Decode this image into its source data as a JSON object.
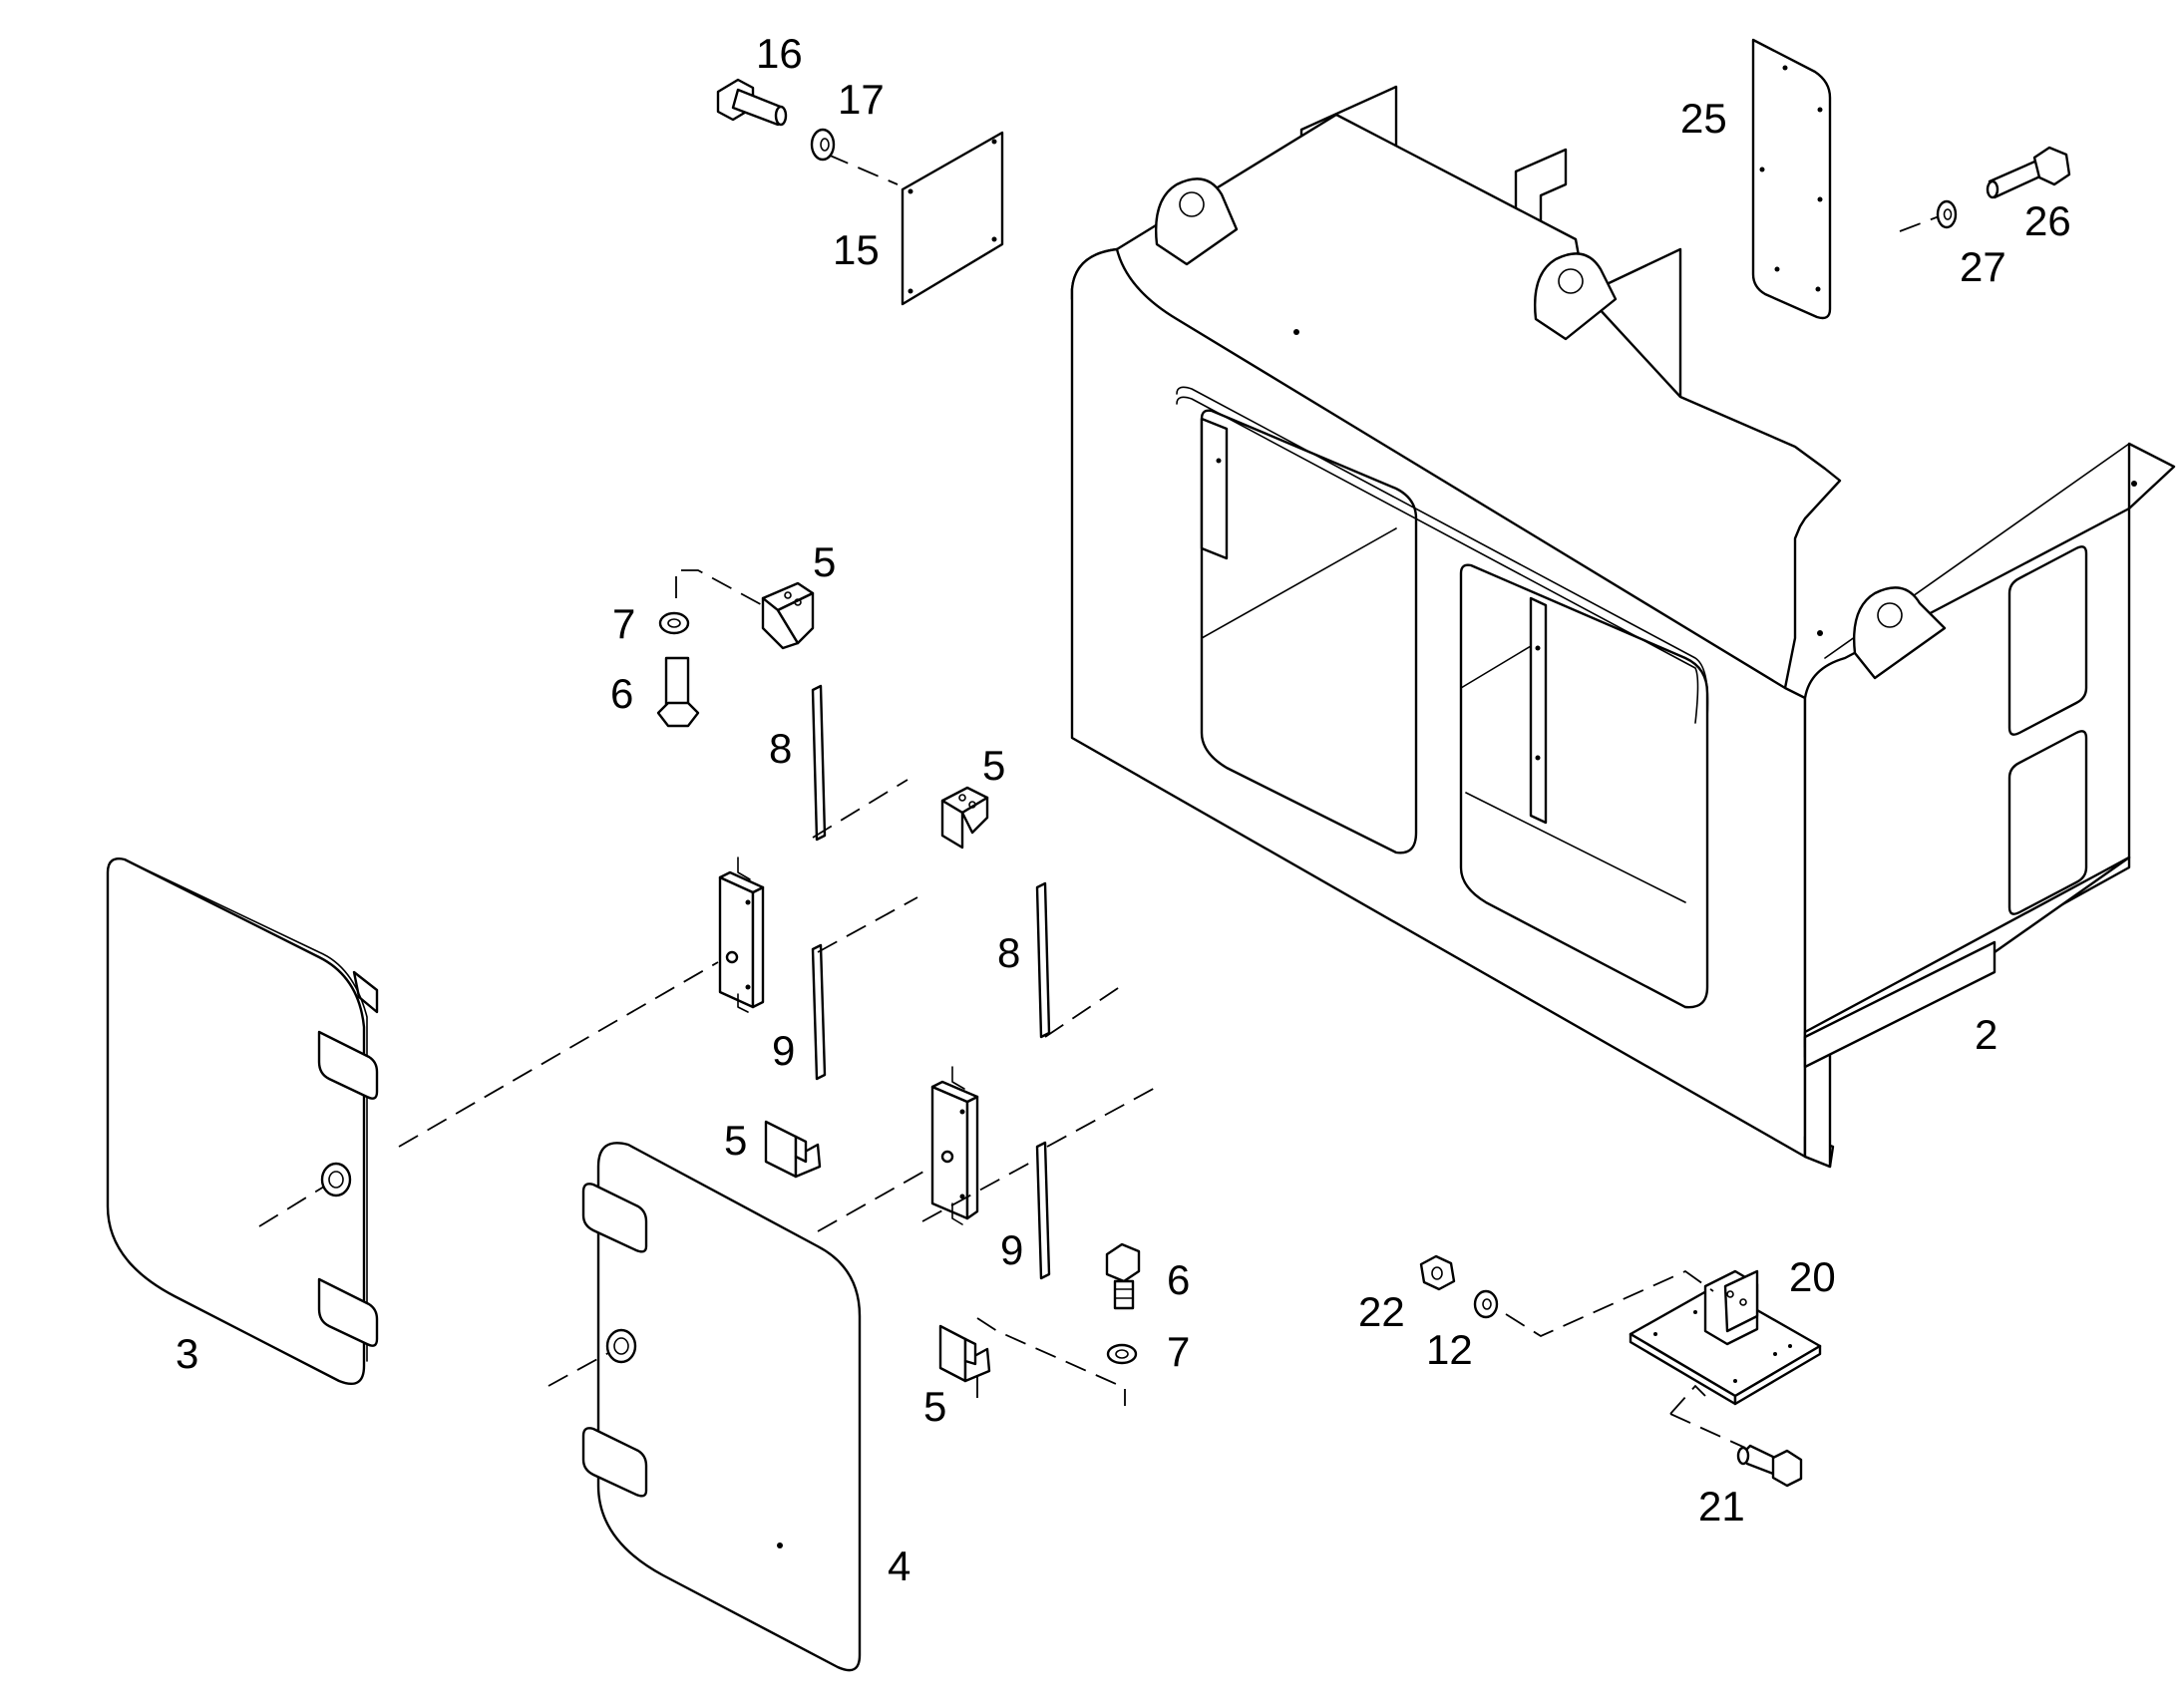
{
  "callouts": {
    "c2": "2",
    "c3": "3",
    "c4": "4",
    "c5a": "5",
    "c5b": "5",
    "c5c": "5",
    "c5d": "5",
    "c6a": "6",
    "c6b": "6",
    "c7a": "7",
    "c7b": "7",
    "c8a": "8",
    "c8b": "8",
    "c9a": "9",
    "c9b": "9",
    "c12": "12",
    "c15": "15",
    "c16": "16",
    "c17": "17",
    "c20": "20",
    "c21": "21",
    "c22": "22",
    "c25": "25",
    "c26": "26",
    "c27": "27"
  },
  "colors": {
    "line": "#000000",
    "background": "#ffffff"
  }
}
